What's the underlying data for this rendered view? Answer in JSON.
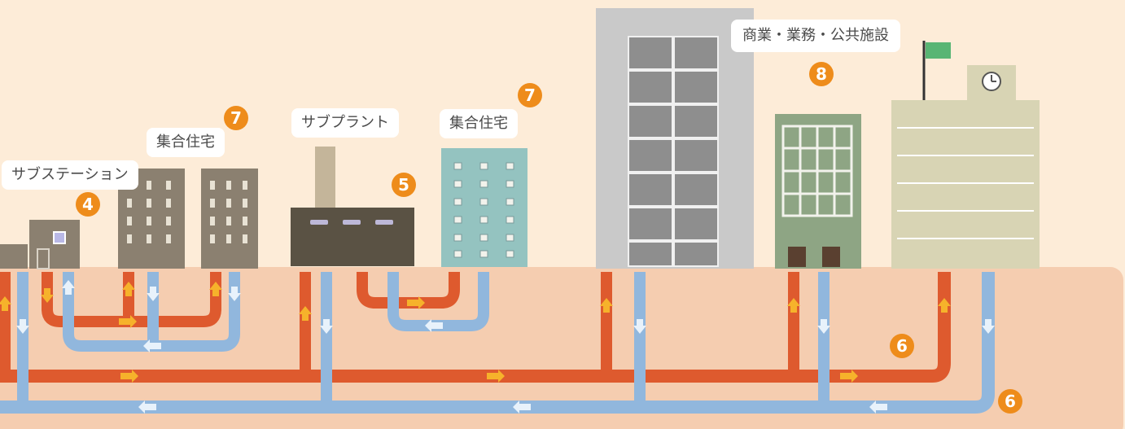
{
  "labels": {
    "substation": "サブステーション",
    "housing_left": "集合住宅",
    "subplant": "サブプラント",
    "housing_right": "集合住宅",
    "commercial": "商業・業務・公共施設"
  },
  "badges": {
    "substation": "4",
    "housing_left": "7",
    "subplant": "5",
    "housing_right": "7",
    "commercial": "8",
    "hot_main": "6",
    "cold_main": "6"
  },
  "colors": {
    "background": "#fdecd8",
    "ground": "#f5cdb0",
    "hot_pipe": "#de5a2e",
    "cold_pipe": "#91b7dd",
    "badge": "#ee8c1b",
    "arrow": "#f6b22b"
  }
}
